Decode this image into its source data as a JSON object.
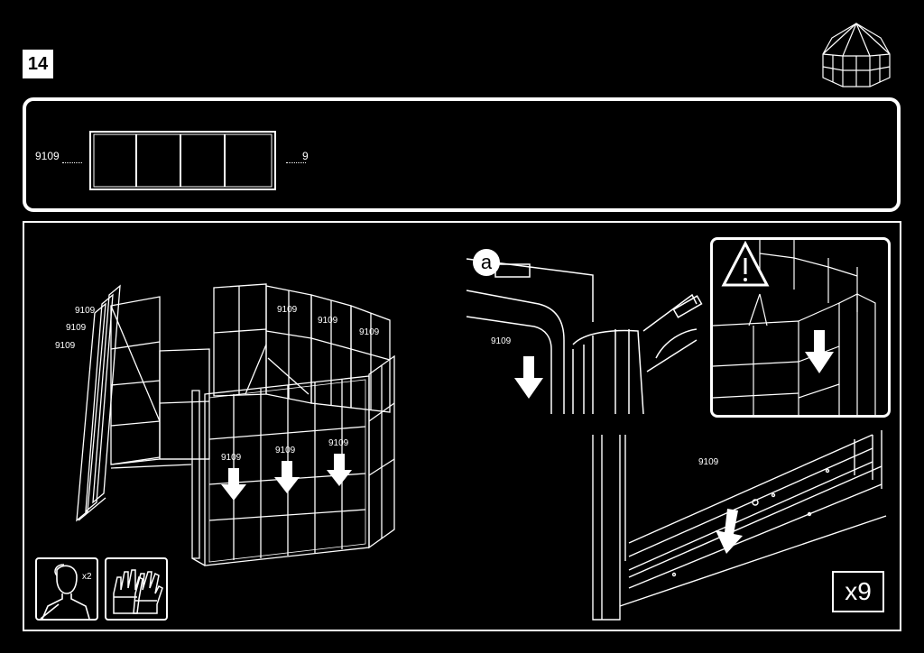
{
  "step": {
    "number": "14"
  },
  "parts": {
    "code": "9109",
    "quantity": "9"
  },
  "assembly": {
    "left_labels": [
      "9109",
      "9109",
      "9109"
    ],
    "back_labels": [
      "9109",
      "9109",
      "9109"
    ],
    "front_labels": [
      "9109",
      "9109",
      "9109"
    ]
  },
  "detail": {
    "letter": "a",
    "label": "9109",
    "bottom_label": "9109"
  },
  "tools": {
    "persons_count": "x2"
  },
  "repeat": {
    "count": "x9"
  },
  "icons": [
    "greenhouse-icon",
    "person-icon",
    "gloves-icon",
    "warning-icon",
    "arrow-down-icon"
  ]
}
